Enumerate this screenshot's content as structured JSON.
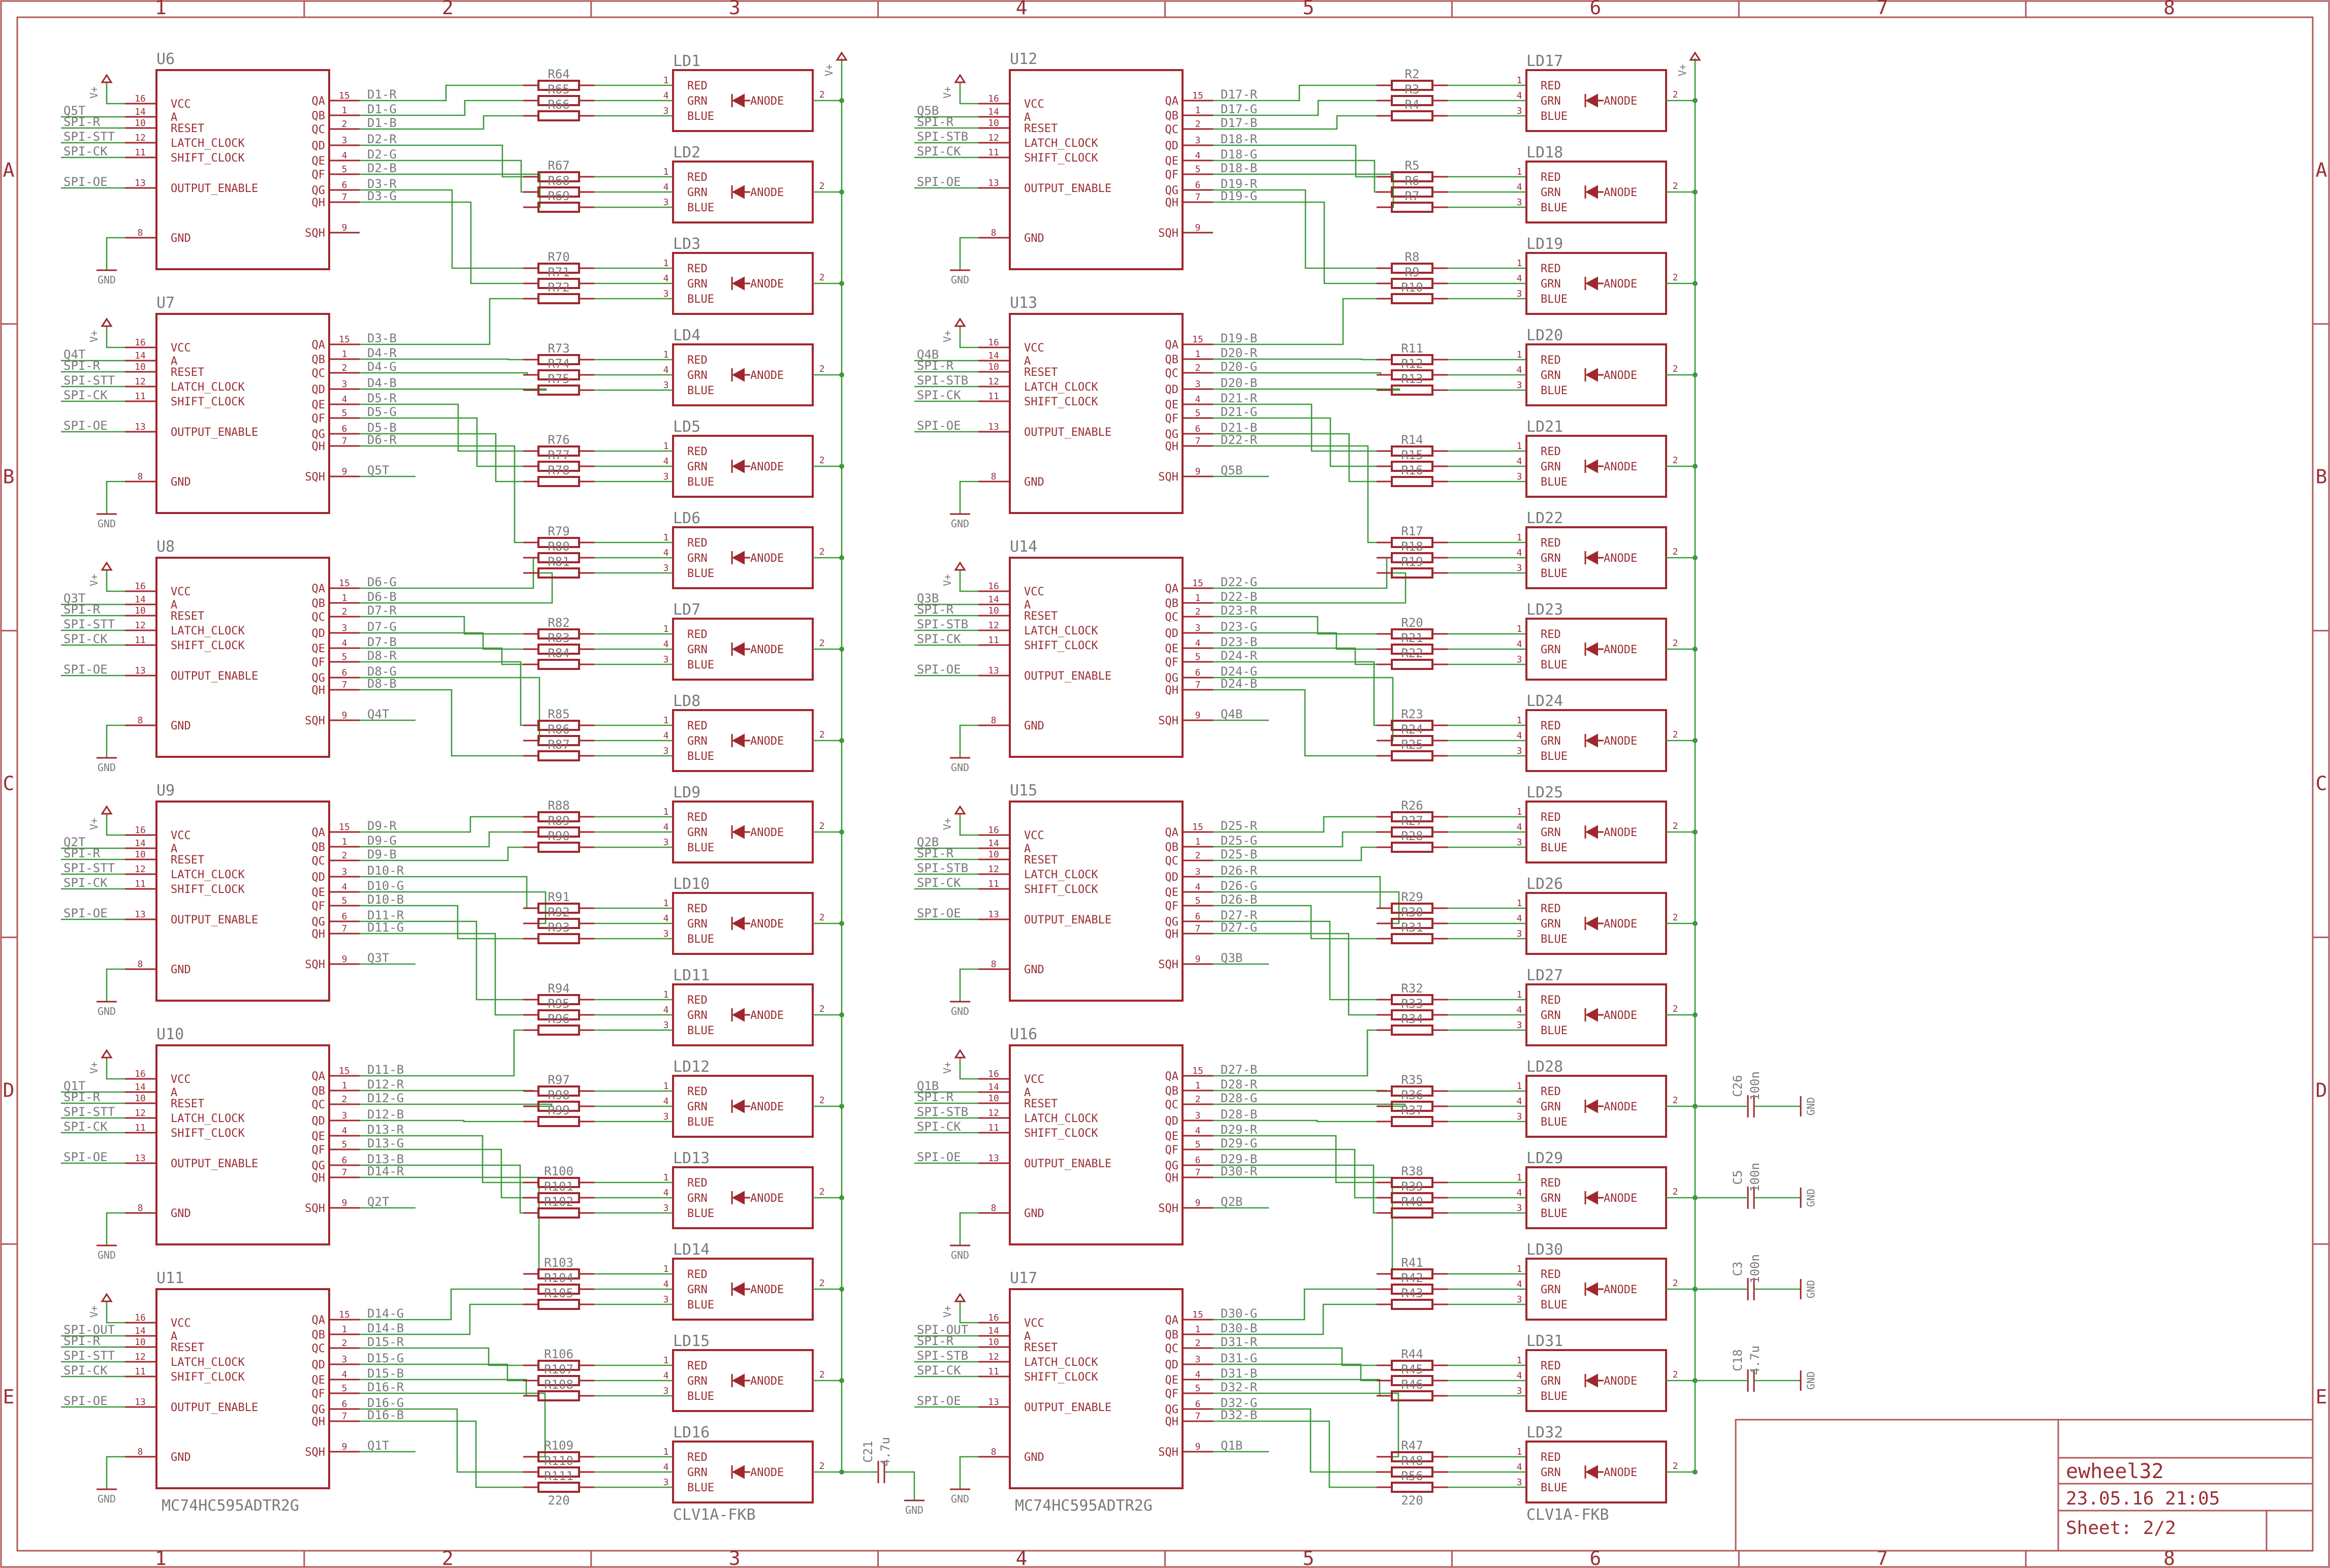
{
  "frame": {
    "columns": [
      "1",
      "2",
      "3",
      "4",
      "5",
      "6",
      "7",
      "8"
    ],
    "rows": [
      "A",
      "B",
      "C",
      "D",
      "E"
    ]
  },
  "title_block": {
    "name": "ewheel32",
    "date": "23.05.16 21:05",
    "sheet": "Sheet: 2/2"
  },
  "common": {
    "supply": "V+",
    "ground": "GND",
    "ic_value": "MC74HC595ADTR2G",
    "led_value": "CLV1A-FKB",
    "res_value": "220",
    "ic_left_pins": [
      {
        "label": "VCC",
        "num": "16"
      },
      {
        "label": "A",
        "num": "14"
      },
      {
        "label": "RESET",
        "num": "10"
      },
      {
        "label": "LATCH_CLOCK",
        "num": "12"
      },
      {
        "label": "SHIFT_CLOCK",
        "num": "11"
      },
      {
        "label": "OUTPUT_ENABLE",
        "num": "13"
      },
      {
        "label": "GND",
        "num": "8"
      }
    ],
    "ic_right_pins": [
      {
        "label": "QA",
        "num": "15"
      },
      {
        "label": "QB",
        "num": "1"
      },
      {
        "label": "QC",
        "num": "2"
      },
      {
        "label": "QD",
        "num": "3"
      },
      {
        "label": "QE",
        "num": "4"
      },
      {
        "label": "QF",
        "num": "5"
      },
      {
        "label": "QG",
        "num": "6"
      },
      {
        "label": "QH",
        "num": "7"
      },
      {
        "label": "SQH",
        "num": "9"
      }
    ],
    "led_pins": [
      {
        "label": "RED",
        "num": "1"
      },
      {
        "label": "GRN",
        "num": "4"
      },
      {
        "label": "BLUE",
        "num": "3"
      },
      {
        "label": "ANODE",
        "num": "2"
      }
    ]
  },
  "banks": [
    {
      "ics": [
        {
          "ref": "U6",
          "in": {
            "a": "Q5T",
            "reset": "SPI-R",
            "latch": "SPI-STT",
            "shift": "SPI-CK",
            "oe": "SPI-OE"
          },
          "out": [
            "D1-R",
            "D1-G",
            "D1-B",
            "D2-R",
            "D2-G",
            "D2-B",
            "D3-R",
            "D3-G"
          ],
          "sqh": ""
        },
        {
          "ref": "U7",
          "in": {
            "a": "Q4T",
            "reset": "SPI-R",
            "latch": "SPI-STT",
            "shift": "SPI-CK",
            "oe": "SPI-OE"
          },
          "out": [
            "D3-B",
            "D4-R",
            "D4-G",
            "D4-B",
            "D5-R",
            "D5-G",
            "D5-B",
            "D6-R"
          ],
          "sqh": "Q5T"
        },
        {
          "ref": "U8",
          "in": {
            "a": "Q3T",
            "reset": "SPI-R",
            "latch": "SPI-STT",
            "shift": "SPI-CK",
            "oe": "SPI-OE"
          },
          "out": [
            "D6-G",
            "D6-B",
            "D7-R",
            "D7-G",
            "D7-B",
            "D8-R",
            "D8-G",
            "D8-B"
          ],
          "sqh": "Q4T"
        },
        {
          "ref": "U9",
          "in": {
            "a": "Q2T",
            "reset": "SPI-R",
            "latch": "SPI-STT",
            "shift": "SPI-CK",
            "oe": "SPI-OE"
          },
          "out": [
            "D9-R",
            "D9-G",
            "D9-B",
            "D10-R",
            "D10-G",
            "D10-B",
            "D11-R",
            "D11-G"
          ],
          "sqh": "Q3T"
        },
        {
          "ref": "U10",
          "in": {
            "a": "Q1T",
            "reset": "SPI-R",
            "latch": "SPI-STT",
            "shift": "SPI-CK",
            "oe": "SPI-OE"
          },
          "out": [
            "D11-B",
            "D12-R",
            "D12-G",
            "D12-B",
            "D13-R",
            "D13-G",
            "D13-B",
            "D14-R"
          ],
          "sqh": "Q2T"
        },
        {
          "ref": "U11",
          "in": {
            "a": "SPI-OUT",
            "reset": "SPI-R",
            "latch": "SPI-STT",
            "shift": "SPI-CK",
            "oe": "SPI-OE"
          },
          "out": [
            "D14-G",
            "D14-B",
            "D15-R",
            "D15-G",
            "D15-B",
            "D16-R",
            "D16-G",
            "D16-B"
          ],
          "sqh": "Q1T"
        }
      ],
      "leds": [
        "LD1",
        "LD2",
        "LD3",
        "LD4",
        "LD5",
        "LD6",
        "LD7",
        "LD8",
        "LD9",
        "LD10",
        "LD11",
        "LD12",
        "LD13",
        "LD14",
        "LD15",
        "LD16"
      ],
      "resistors": [
        "R64",
        "R65",
        "R66",
        "R67",
        "R68",
        "R69",
        "R70",
        "R71",
        "R72",
        "R73",
        "R74",
        "R75",
        "R76",
        "R77",
        "R78",
        "R79",
        "R80",
        "R81",
        "R82",
        "R83",
        "R84",
        "R85",
        "R86",
        "R87",
        "R88",
        "R89",
        "R90",
        "R91",
        "R92",
        "R93",
        "R94",
        "R95",
        "R96",
        "R97",
        "R98",
        "R99",
        "R100",
        "R101",
        "R102",
        "R103",
        "R104",
        "R105",
        "R106",
        "R107",
        "R108",
        "R109",
        "R110",
        "R111"
      ],
      "caps": [
        {
          "ref": "C21",
          "value": "4.7u"
        }
      ]
    },
    {
      "ics": [
        {
          "ref": "U12",
          "in": {
            "a": "Q5B",
            "reset": "SPI-R",
            "latch": "SPI-STB",
            "shift": "SPI-CK",
            "oe": "SPI-OE"
          },
          "out": [
            "D17-R",
            "D17-G",
            "D17-B",
            "D18-R",
            "D18-G",
            "D18-B",
            "D19-R",
            "D19-G"
          ],
          "sqh": ""
        },
        {
          "ref": "U13",
          "in": {
            "a": "Q4B",
            "reset": "SPI-R",
            "latch": "SPI-STB",
            "shift": "SPI-CK",
            "oe": "SPI-OE"
          },
          "out": [
            "D19-B",
            "D20-R",
            "D20-G",
            "D20-B",
            "D21-R",
            "D21-G",
            "D21-B",
            "D22-R"
          ],
          "sqh": "Q5B"
        },
        {
          "ref": "U14",
          "in": {
            "a": "Q3B",
            "reset": "SPI-R",
            "latch": "SPI-STB",
            "shift": "SPI-CK",
            "oe": "SPI-OE"
          },
          "out": [
            "D22-G",
            "D22-B",
            "D23-R",
            "D23-G",
            "D23-B",
            "D24-R",
            "D24-G",
            "D24-B"
          ],
          "sqh": "Q4B"
        },
        {
          "ref": "U15",
          "in": {
            "a": "Q2B",
            "reset": "SPI-R",
            "latch": "SPI-STB",
            "shift": "SPI-CK",
            "oe": "SPI-OE"
          },
          "out": [
            "D25-R",
            "D25-G",
            "D25-B",
            "D26-R",
            "D26-G",
            "D26-B",
            "D27-R",
            "D27-G"
          ],
          "sqh": "Q3B"
        },
        {
          "ref": "U16",
          "in": {
            "a": "Q1B",
            "reset": "SPI-R",
            "latch": "SPI-STB",
            "shift": "SPI-CK",
            "oe": "SPI-OE"
          },
          "out": [
            "D27-B",
            "D28-R",
            "D28-G",
            "D28-B",
            "D29-R",
            "D29-G",
            "D29-B",
            "D30-R"
          ],
          "sqh": "Q2B"
        },
        {
          "ref": "U17",
          "in": {
            "a": "SPI-OUT",
            "reset": "SPI-R",
            "latch": "SPI-STB",
            "shift": "SPI-CK",
            "oe": "SPI-OE"
          },
          "out": [
            "D30-G",
            "D30-B",
            "D31-R",
            "D31-G",
            "D31-B",
            "D32-R",
            "D32-G",
            "D32-B"
          ],
          "sqh": "Q1B"
        }
      ],
      "leds": [
        "LD17",
        "LD18",
        "LD19",
        "LD20",
        "LD21",
        "LD22",
        "LD23",
        "LD24",
        "LD25",
        "LD26",
        "LD27",
        "LD28",
        "LD29",
        "LD30",
        "LD31",
        "LD32"
      ],
      "resistors": [
        "R2",
        "R3",
        "R4",
        "R5",
        "R6",
        "R7",
        "R8",
        "R9",
        "R10",
        "R11",
        "R12",
        "R13",
        "R14",
        "R15",
        "R16",
        "R17",
        "R18",
        "R19",
        "R20",
        "R21",
        "R22",
        "R23",
        "R24",
        "R25",
        "R26",
        "R27",
        "R28",
        "R29",
        "R30",
        "R31",
        "R32",
        "R33",
        "R34",
        "R35",
        "R36",
        "R37",
        "R38",
        "R39",
        "R40",
        "R41",
        "R42",
        "R43",
        "R44",
        "R45",
        "R46",
        "R47",
        "R48",
        "R56"
      ],
      "caps": [
        {
          "ref": "C26",
          "value": "100n"
        },
        {
          "ref": "C5",
          "value": "100n"
        },
        {
          "ref": "C3",
          "value": "100n"
        },
        {
          "ref": "C18",
          "value": "4.7u"
        }
      ]
    }
  ]
}
